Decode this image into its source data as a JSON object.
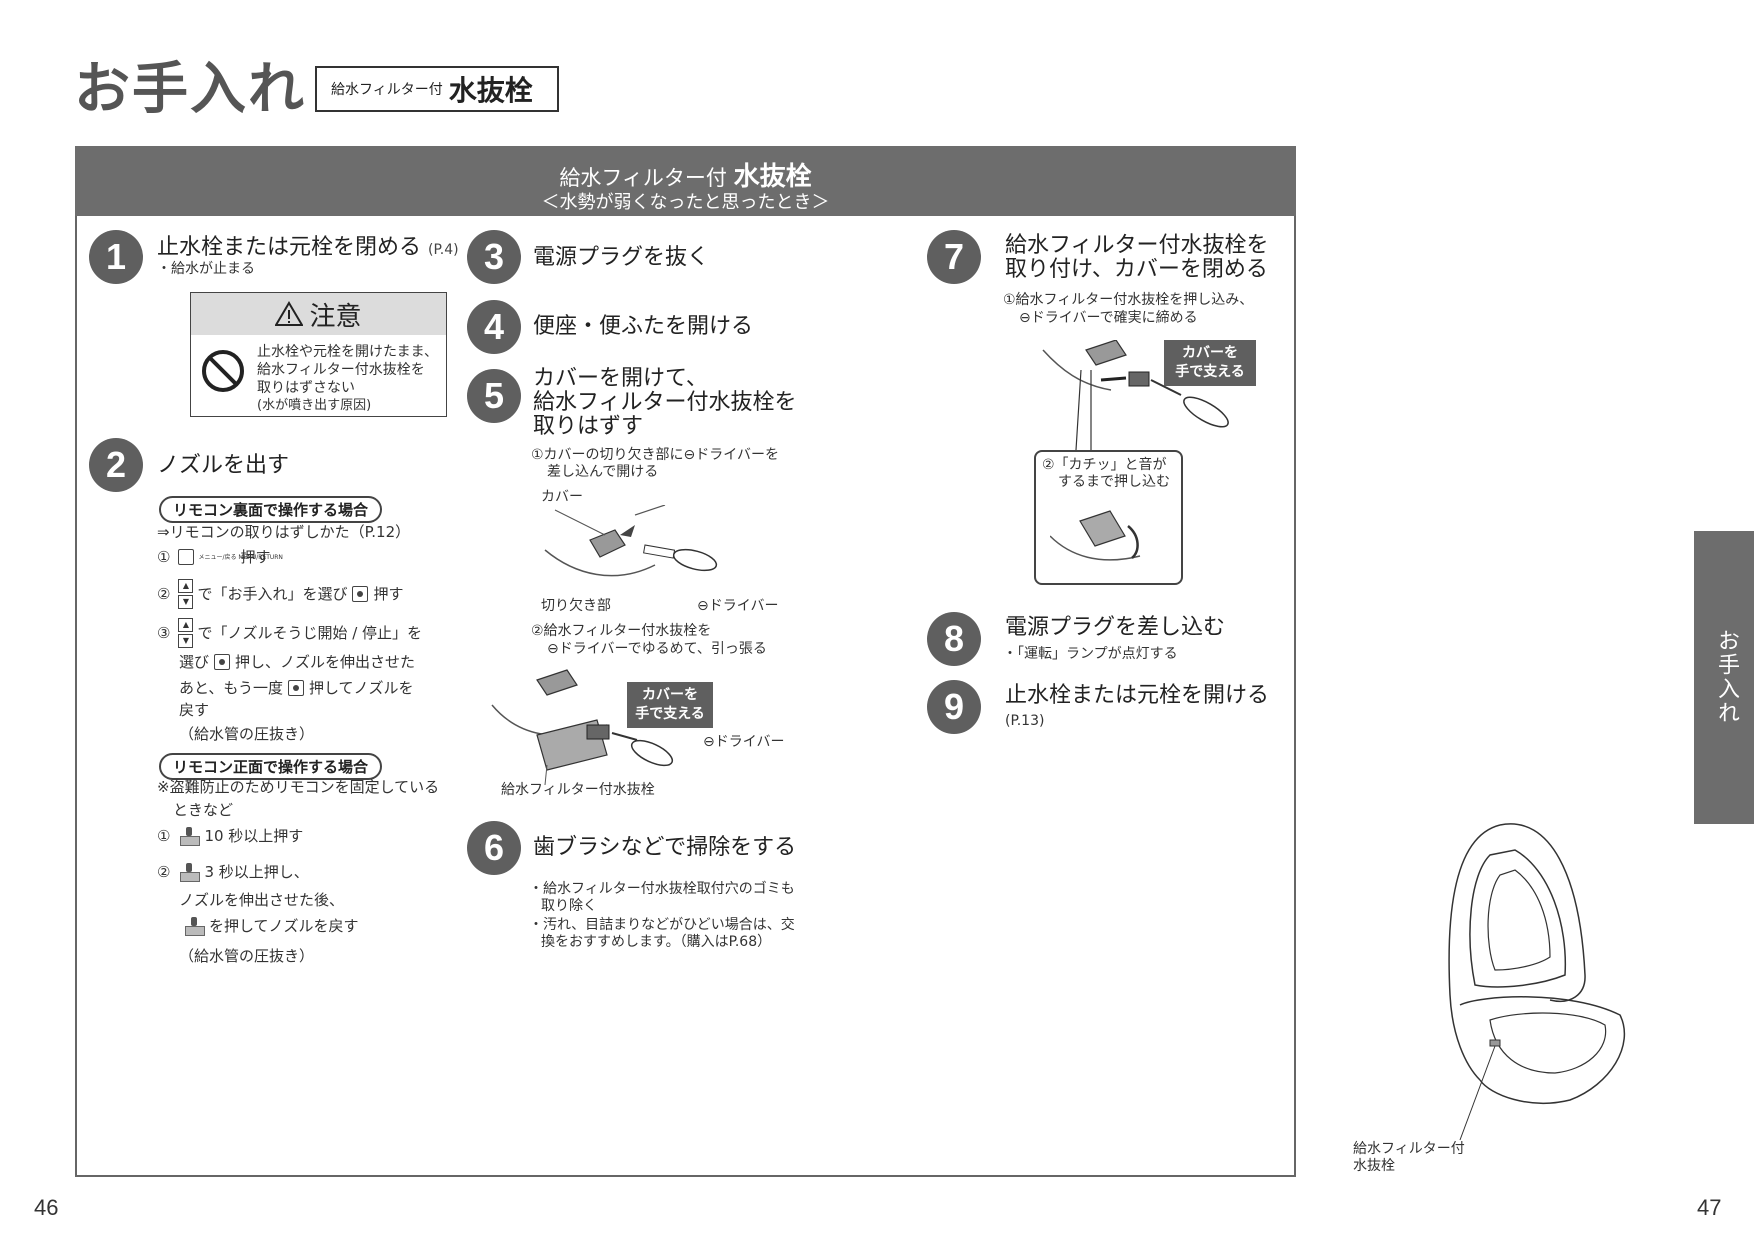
{
  "header": {
    "title": "お手入れ",
    "sub_small": "給水フィルター付",
    "sub_big": "水抜栓"
  },
  "panel": {
    "head_small": "給水フィルター付",
    "head_bold": "水抜栓",
    "head_sub": "＜水勢が弱くなったと思ったとき＞"
  },
  "step1": {
    "num": "1",
    "title": "止水栓または元栓を閉める",
    "ref": "(P.4)",
    "note": "・給水が止まる",
    "caution_title": "注意",
    "caution_lines": [
      "止水栓や元栓を開けたまま、",
      "給水フィルター付水抜栓を",
      "取りはずさない",
      "(水が噴き出す原因)"
    ]
  },
  "step2": {
    "num": "2",
    "title": "ノズルを出す",
    "pill1": "リモコン裏面で操作する場合",
    "link": "⇒リモコンの取りはずしかた（P.12）",
    "a1_pre": "①",
    "a1_key": "メニュー/戻る MENU/RETURN",
    "a1_post": "押す",
    "a2_pre": "②",
    "a2_mid": "で「お手入れ」を選び",
    "a2_post": "押す",
    "a3_pre": "③",
    "a3_mid": "で「ノズルそうじ開始 / 停止」を",
    "a3_l2_pre": "選び",
    "a3_l2_post": "押し、ノズルを伸出させた",
    "a3_l3_pre": "あと、もう一度",
    "a3_l3_post": "押してノズルを",
    "a3_l4": "戻す",
    "a3_l5": "（給水管の圧抜き）",
    "pill2": "リモコン正面で操作する場合",
    "b_note1": "※盗難防止のためリモコンを固定している",
    "b_note2": "ときなど",
    "b1_pre": "①",
    "b1_post": "10 秒以上押す",
    "b2_pre": "②",
    "b2_post": "3 秒以上押し、",
    "b2_l2": "ノズルを伸出させた後、",
    "b2_l3": "を押してノズルを戻す",
    "b2_l4": "（給水管の圧抜き）"
  },
  "step3": {
    "num": "3",
    "title": "電源プラグを抜く"
  },
  "step4": {
    "num": "4",
    "title": "便座・便ふたを開ける"
  },
  "step5": {
    "num": "5",
    "title_l1": "カバーを開けて、",
    "title_l2": "給水フィルター付水抜栓を",
    "title_l3": "取りはずす",
    "s1_l1": "①カバーの切り欠き部に⊖ドライバーを",
    "s1_l2": "差し込んで開ける",
    "lbl_cover": "カバー",
    "lbl_notch": "切り欠き部",
    "lbl_driver1": "⊖ドライバー",
    "s2_l1": "②給水フィルター付水抜栓を",
    "s2_l2": "⊖ドライバーでゆるめて、引っ張る",
    "lbl_support_l1": "カバーを",
    "lbl_support_l2": "手で支える",
    "lbl_driver2": "⊖ドライバー",
    "lbl_valve": "給水フィルター付水抜栓"
  },
  "step6": {
    "num": "6",
    "title": "歯ブラシなどで掃除をする",
    "b1_l1": "・給水フィルター付水抜栓取付穴のゴミも",
    "b1_l2": "取り除く",
    "b2_l1": "・汚れ、目詰まりなどがひどい場合は、交",
    "b2_l2": "換をおすすめします。（購入はP.68）"
  },
  "step7": {
    "num": "7",
    "title_l1": "給水フィルター付水抜栓を",
    "title_l2": "取り付け、カバーを閉める",
    "s1_l1": "①給水フィルター付水抜栓を押し込み、",
    "s1_l2": "⊖ドライバーで確実に締める",
    "lbl_support_l1": "カバーを",
    "lbl_support_l2": "手で支える",
    "s2_l1": "②「カチッ」と音が",
    "s2_l2": "するまで押し込む"
  },
  "step8": {
    "num": "8",
    "title": "電源プラグを差し込む",
    "note": "・「運転」ランプが点灯する"
  },
  "step9": {
    "num": "9",
    "title": "止水栓または元栓を開ける",
    "ref": "(P.13)"
  },
  "toilet_label_l1": "給水フィルター付",
  "toilet_label_l2": "水抜栓",
  "sidetab": "お手入れ",
  "page_left": "46",
  "page_right": "47",
  "colors": {
    "panel_gray": "#6d6d6d",
    "number_gray": "#5f5f5f",
    "caution_bg": "#dcdcdc"
  },
  "icons": [
    "warning-icon",
    "prohibited-icon",
    "menu-key-icon",
    "up-down-arrow-icon",
    "ok-button-icon",
    "nozzle-remote-icon"
  ]
}
